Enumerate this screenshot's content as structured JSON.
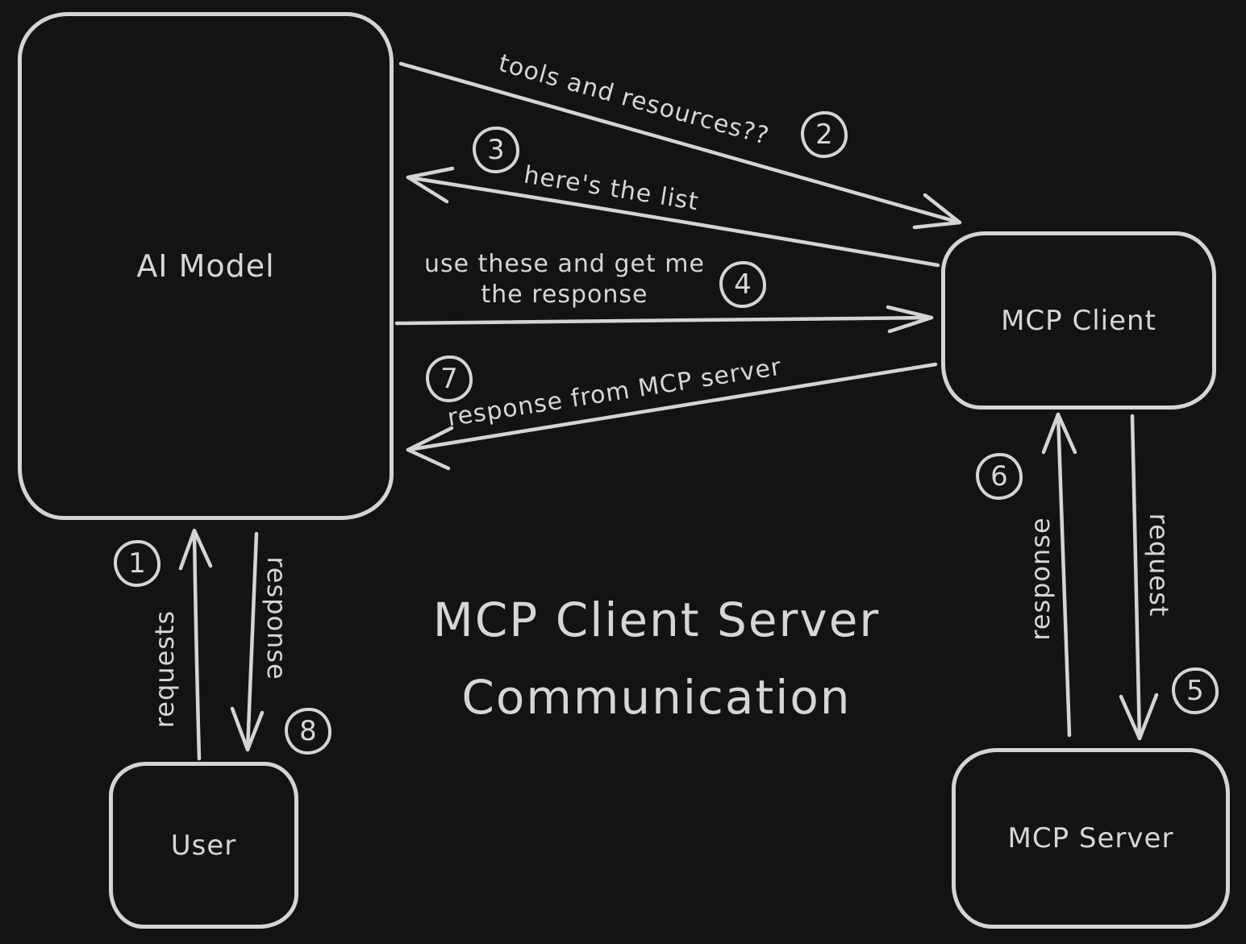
{
  "colors": {
    "background": "#131313",
    "stroke": "#d4d4d4"
  },
  "title": {
    "line1": "MCP Client Server",
    "line2": "Communication"
  },
  "nodes": {
    "ai_model": "AI Model",
    "mcp_client": "MCP Client",
    "mcp_server": "MCP Server",
    "user": "User"
  },
  "steps": {
    "s1": {
      "num": "1",
      "label": "requests"
    },
    "s2": {
      "num": "2",
      "label": "tools and resources??"
    },
    "s3": {
      "num": "3",
      "label": "here's the list"
    },
    "s4": {
      "num": "4",
      "label_line1": "use these and get me",
      "label_line2": "the response"
    },
    "s5": {
      "num": "5",
      "label": "request"
    },
    "s6": {
      "num": "6",
      "label": "response"
    },
    "s7": {
      "num": "7",
      "label": "response from MCP server"
    },
    "s8": {
      "num": "8",
      "label": "response"
    }
  }
}
